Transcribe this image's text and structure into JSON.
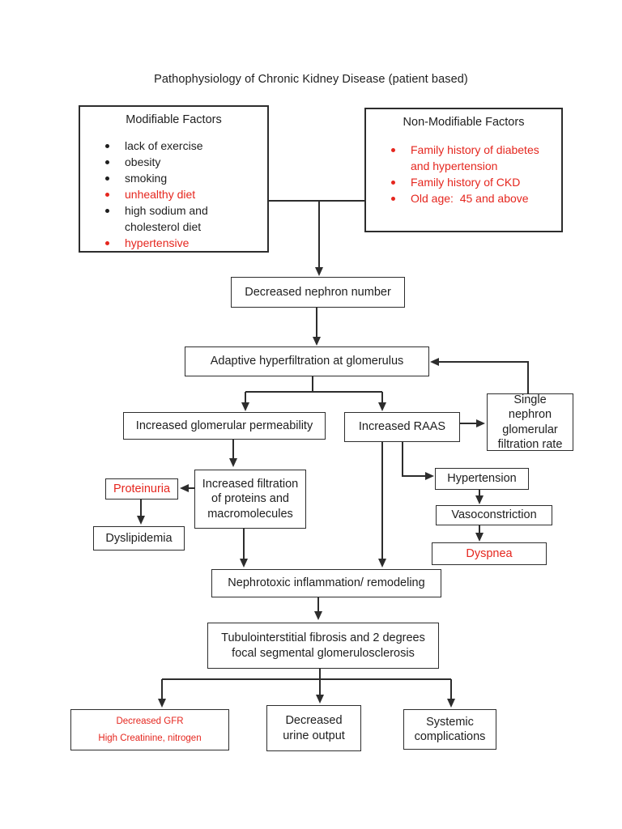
{
  "title": "Pathophysiology of Chronic Kidney Disease (patient based)",
  "colors": {
    "red": "#e5261e",
    "ink": "#1e1e1e",
    "line": "#2d2d2d"
  },
  "factors": {
    "modifiable": {
      "heading": "Modifiable Factors",
      "items": [
        {
          "text": "lack of exercise",
          "color": "black"
        },
        {
          "text": "obesity",
          "color": "black"
        },
        {
          "text": "smoking",
          "color": "black"
        },
        {
          "text": "unhealthy diet",
          "color": "red"
        },
        {
          "text": "high sodium and cholesterol diet",
          "color": "black"
        },
        {
          "text": "hypertensive",
          "color": "red"
        }
      ]
    },
    "non_modifiable": {
      "heading": "Non-Modifiable Factors",
      "items": [
        {
          "text": "Family history of diabetes and hypertension",
          "color": "red"
        },
        {
          "text": "Family history of CKD",
          "color": "red"
        },
        {
          "text": "Old age:  45 and above",
          "color": "red"
        }
      ]
    }
  },
  "nodes": {
    "decreased_nephron": {
      "label": "Decreased nephron number",
      "color": "black"
    },
    "adaptive": {
      "label": "Adaptive hyperfiltration at glomerulus",
      "color": "black"
    },
    "permeability": {
      "label": "Increased glomerular permeability",
      "color": "black"
    },
    "raas": {
      "label": "Increased RAAS",
      "color": "black"
    },
    "single_nephron": {
      "label": "Single nephron\nglomerular\nfiltration rate",
      "color": "black"
    },
    "filtration": {
      "label": "Increased filtration\nof proteins and\nmacromolecules",
      "color": "black"
    },
    "proteinuria": {
      "label": "Proteinuria",
      "color": "red"
    },
    "dyslipidemia": {
      "label": "Dyslipidemia",
      "color": "black"
    },
    "hypertension": {
      "label": "Hypertension",
      "color": "black"
    },
    "vasoconstriction": {
      "label": "Vasoconstriction",
      "color": "black"
    },
    "dyspnea": {
      "label": "Dyspnea",
      "color": "red"
    },
    "nephrotoxic": {
      "label": "Nephrotoxic inflammation/ remodeling",
      "color": "black"
    },
    "tubulo": {
      "label": "Tubulointerstitial fibrosis and 2 degrees\nfocal segmental glomerulosclerosis",
      "color": "black"
    },
    "gfr": {
      "line1": "Decreased GFR",
      "line2": "High Creatinine, nitrogen",
      "color": "red"
    },
    "urine": {
      "label": "Decreased\nurine output",
      "color": "black"
    },
    "systemic": {
      "label": "Systemic\ncomplications",
      "color": "black"
    }
  }
}
